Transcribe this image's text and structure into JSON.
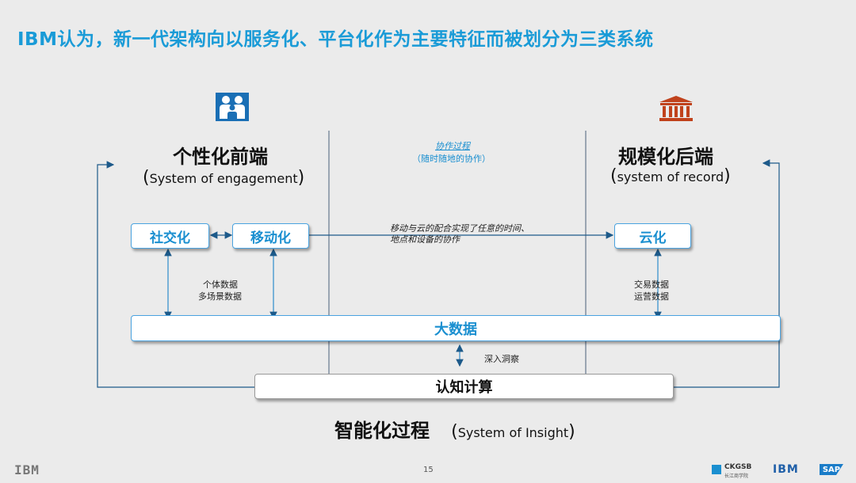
{
  "title": "IBM认为，新一代架构向以服务化、平台化作为主要特征而被划分为三类系统",
  "left": {
    "heading": "个性化前端",
    "subtitle": "System of engagement",
    "icon": "people-icon"
  },
  "right": {
    "heading": "规模化后端",
    "subtitle": "system of record",
    "icon": "bank-building-icon"
  },
  "middle": {
    "label_line1": "协作过程",
    "label_line2": "（随时随地的协作）"
  },
  "boxes": {
    "social": "社交化",
    "mobile": "移动化",
    "cloud": "云化",
    "bigdata": "大数据",
    "cognitive": "认知计算"
  },
  "notes": {
    "mobile_cloud_line1": "移动与云的配合实现了任意的时间、",
    "mobile_cloud_line2": "地点和设备的协作",
    "left_data_line1": "个体数据",
    "left_data_line2": "多场景数据",
    "right_data_line1": "交易数据",
    "right_data_line2": "运营数据",
    "insight": "深入洞察"
  },
  "bottom": {
    "heading": "智能化过程",
    "subtitle": "System of Insight"
  },
  "footer": {
    "left_logo": "IBM",
    "page": "15",
    "ckgsb": "CKGSB",
    "ckgsb_sub": "长江商学院",
    "ibm": "IBM",
    "sap": "SAP"
  },
  "colors": {
    "title": "#1a9bd7",
    "accent": "#1a8fd0",
    "icon": "#1a6fb5",
    "bank": "#c0421c"
  }
}
